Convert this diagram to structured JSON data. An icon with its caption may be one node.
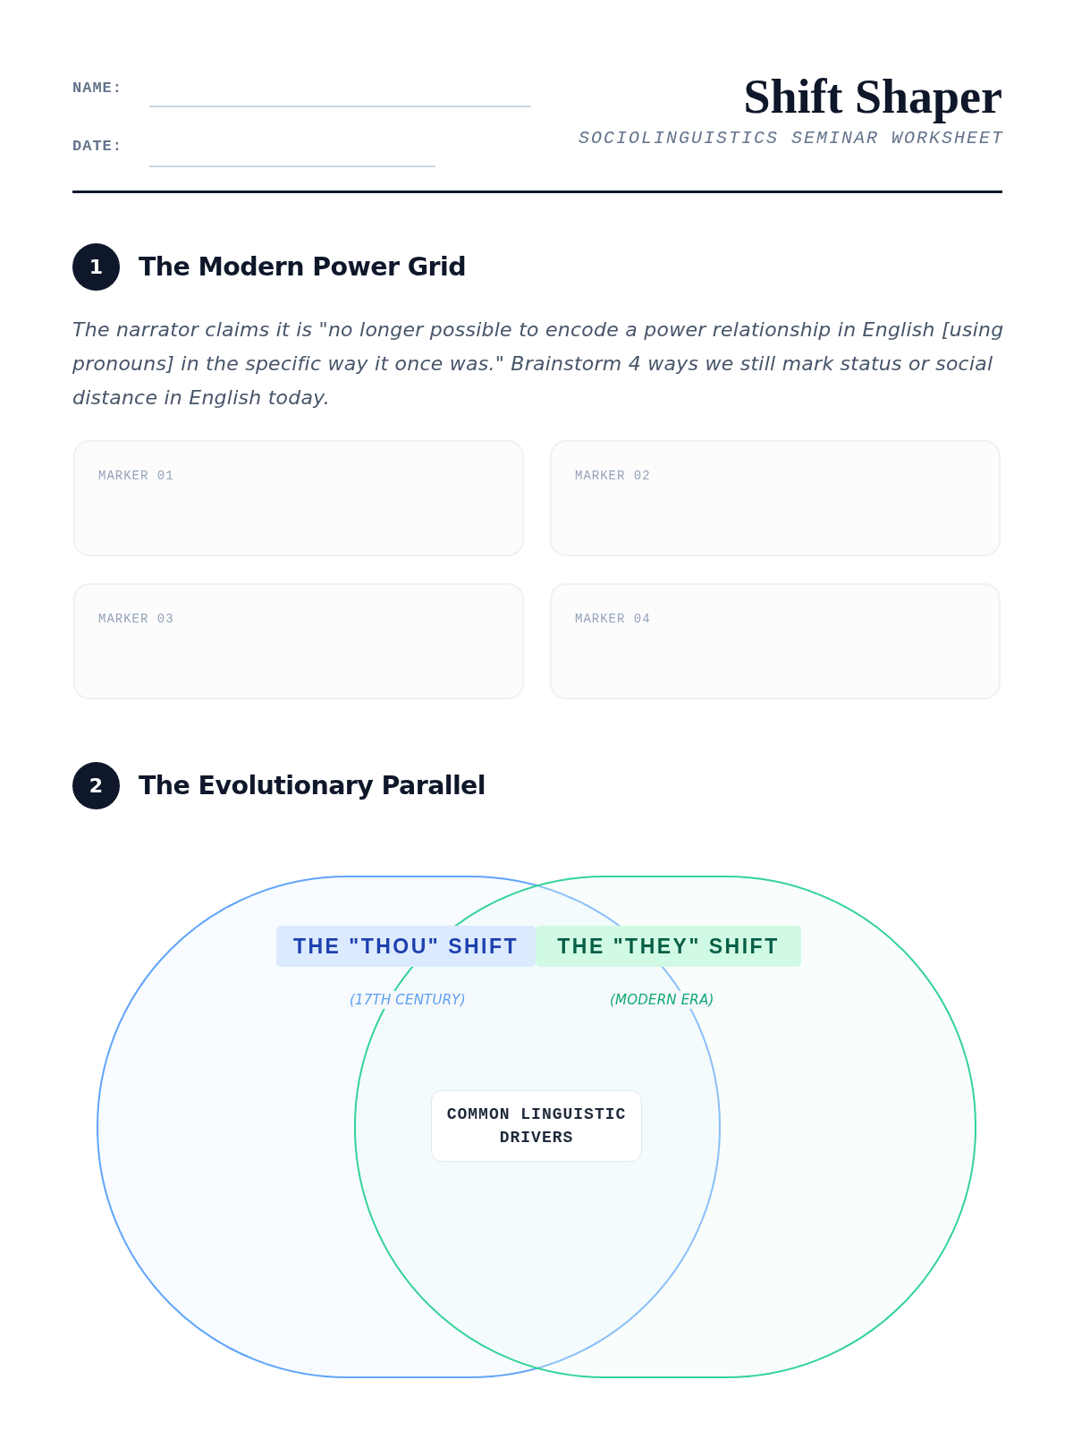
{
  "diagram": {
    "title": "Shift Shaper",
    "nodes": [
      {
        "text": [
          "1"
        ],
        "beside": [
          "The Modern Power Grid"
        ]
      },
      {
        "text": [
          "MARKER 01"
        ]
      },
      {
        "text": [
          "MARKER 02"
        ]
      },
      {
        "text": [
          "MARKER 03"
        ]
      },
      {
        "text": [
          "MARKER 04"
        ]
      },
      {
        "text": [
          "2"
        ],
        "beside": [
          "The Evolutionary Parallel"
        ]
      },
      {
        "text": [],
        "shape": "circle"
      },
      {
        "text": [],
        "shape": "circle"
      },
      {
        "text": [
          "THE \"THOU\" SHIFT"
        ],
        "in": 6
      },
      {
        "text": [
          "THE \"THEY\" SHIFT"
        ],
        "in": 7
      },
      {
        "text": [
          "COMMON LINGUISTIC DRIVERS"
        ]
      }
    ],
    "labels": [
      "NAME:",
      "SOCIOLINGUISTICS SEMINAR WORKSHEET",
      "DATE:",
      "The narrator claims it is \"no longer possible to encode a power relationship in English [using pronouns] in the specific way it once was.\" Brainstorm 4 ways we still mark status or social distance in English today.",
      "(17TH CENTURY)",
      "(MODERN ERA)"
    ]
  }
}
